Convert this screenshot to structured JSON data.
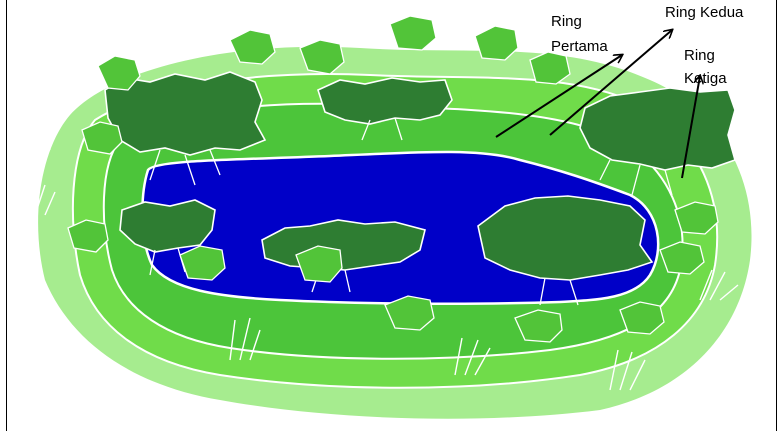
{
  "labels": {
    "ring_pertama": "Ring\nPertama",
    "ring_kedua": "Ring Kedua",
    "ring_ketiga": "Ring\nKetiga"
  },
  "colors": {
    "outer_ring": "#a6ec8f",
    "middle_ring": "#70dc4a",
    "inner_ring": "#4cc53a",
    "pond": "#0000c8",
    "tree_canopy": "#2e7d32",
    "small_tree": "#52c439",
    "arrow": "#000000"
  }
}
